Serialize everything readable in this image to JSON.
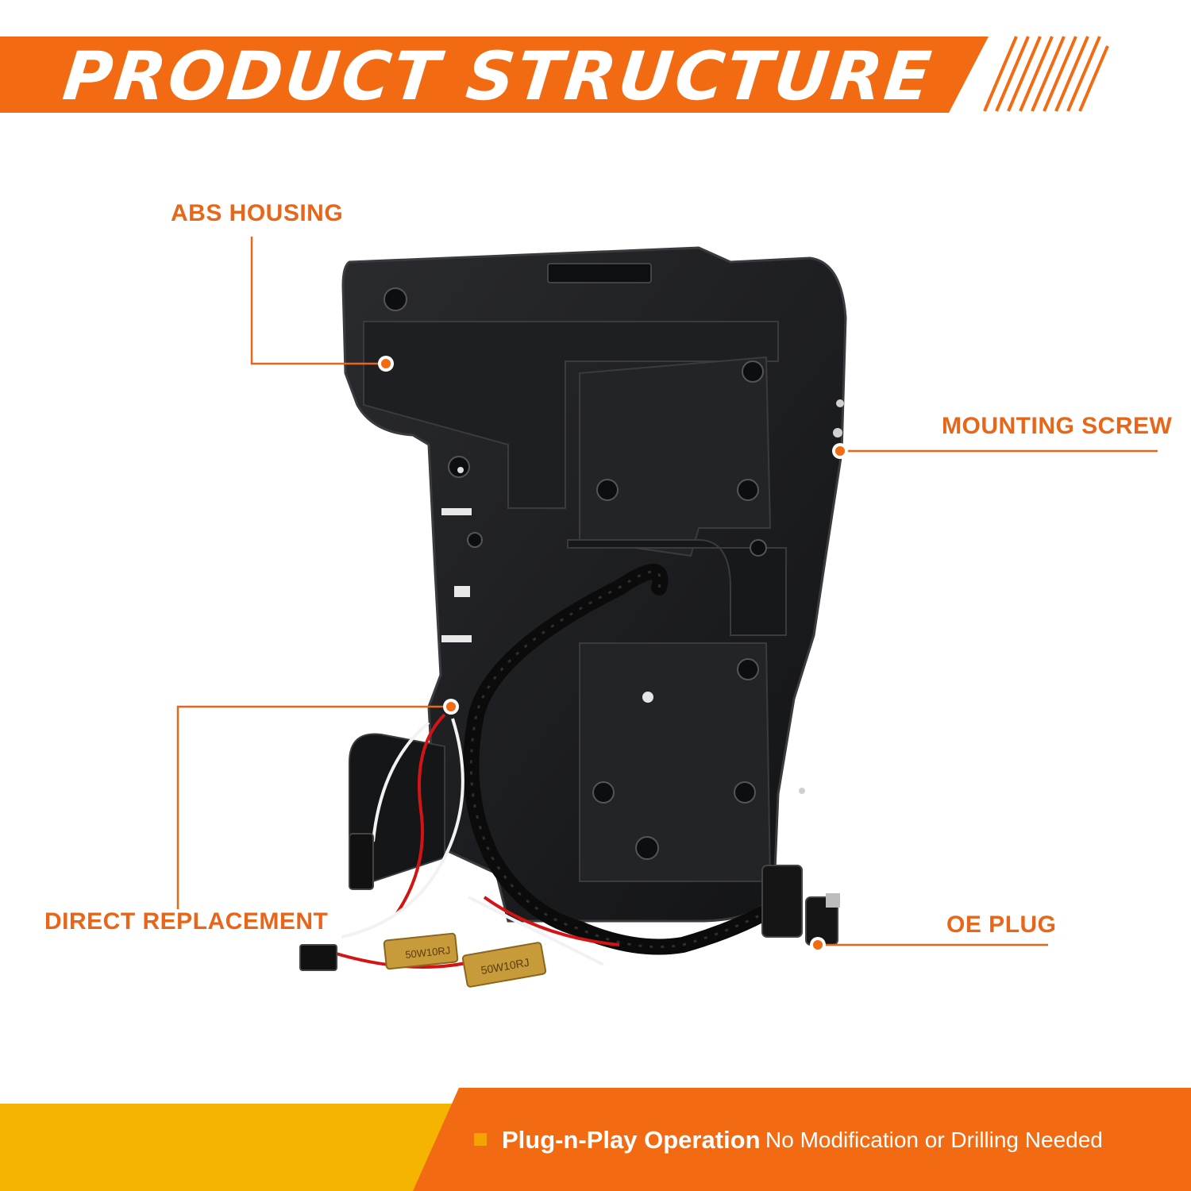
{
  "header": {
    "title": "PRODUCT STRUCTURE"
  },
  "callouts": {
    "abs_housing": "ABS HOUSING",
    "mounting_screw": "MOUNTING SCREW",
    "direct_replacement": "DIRECT REPLACEMENT",
    "oe_plug": "OE PLUG"
  },
  "resistor_labels": {
    "left": "50W10RJ",
    "right": "50W10RJ"
  },
  "footer": {
    "feature": "Plug-n-Play Operation",
    "description": "No Modification or Drilling Needed"
  },
  "colors": {
    "accent": "#f26a12",
    "footer_left": "#f5b400",
    "label": "#e8661a",
    "housing": "#1a1b1d"
  }
}
